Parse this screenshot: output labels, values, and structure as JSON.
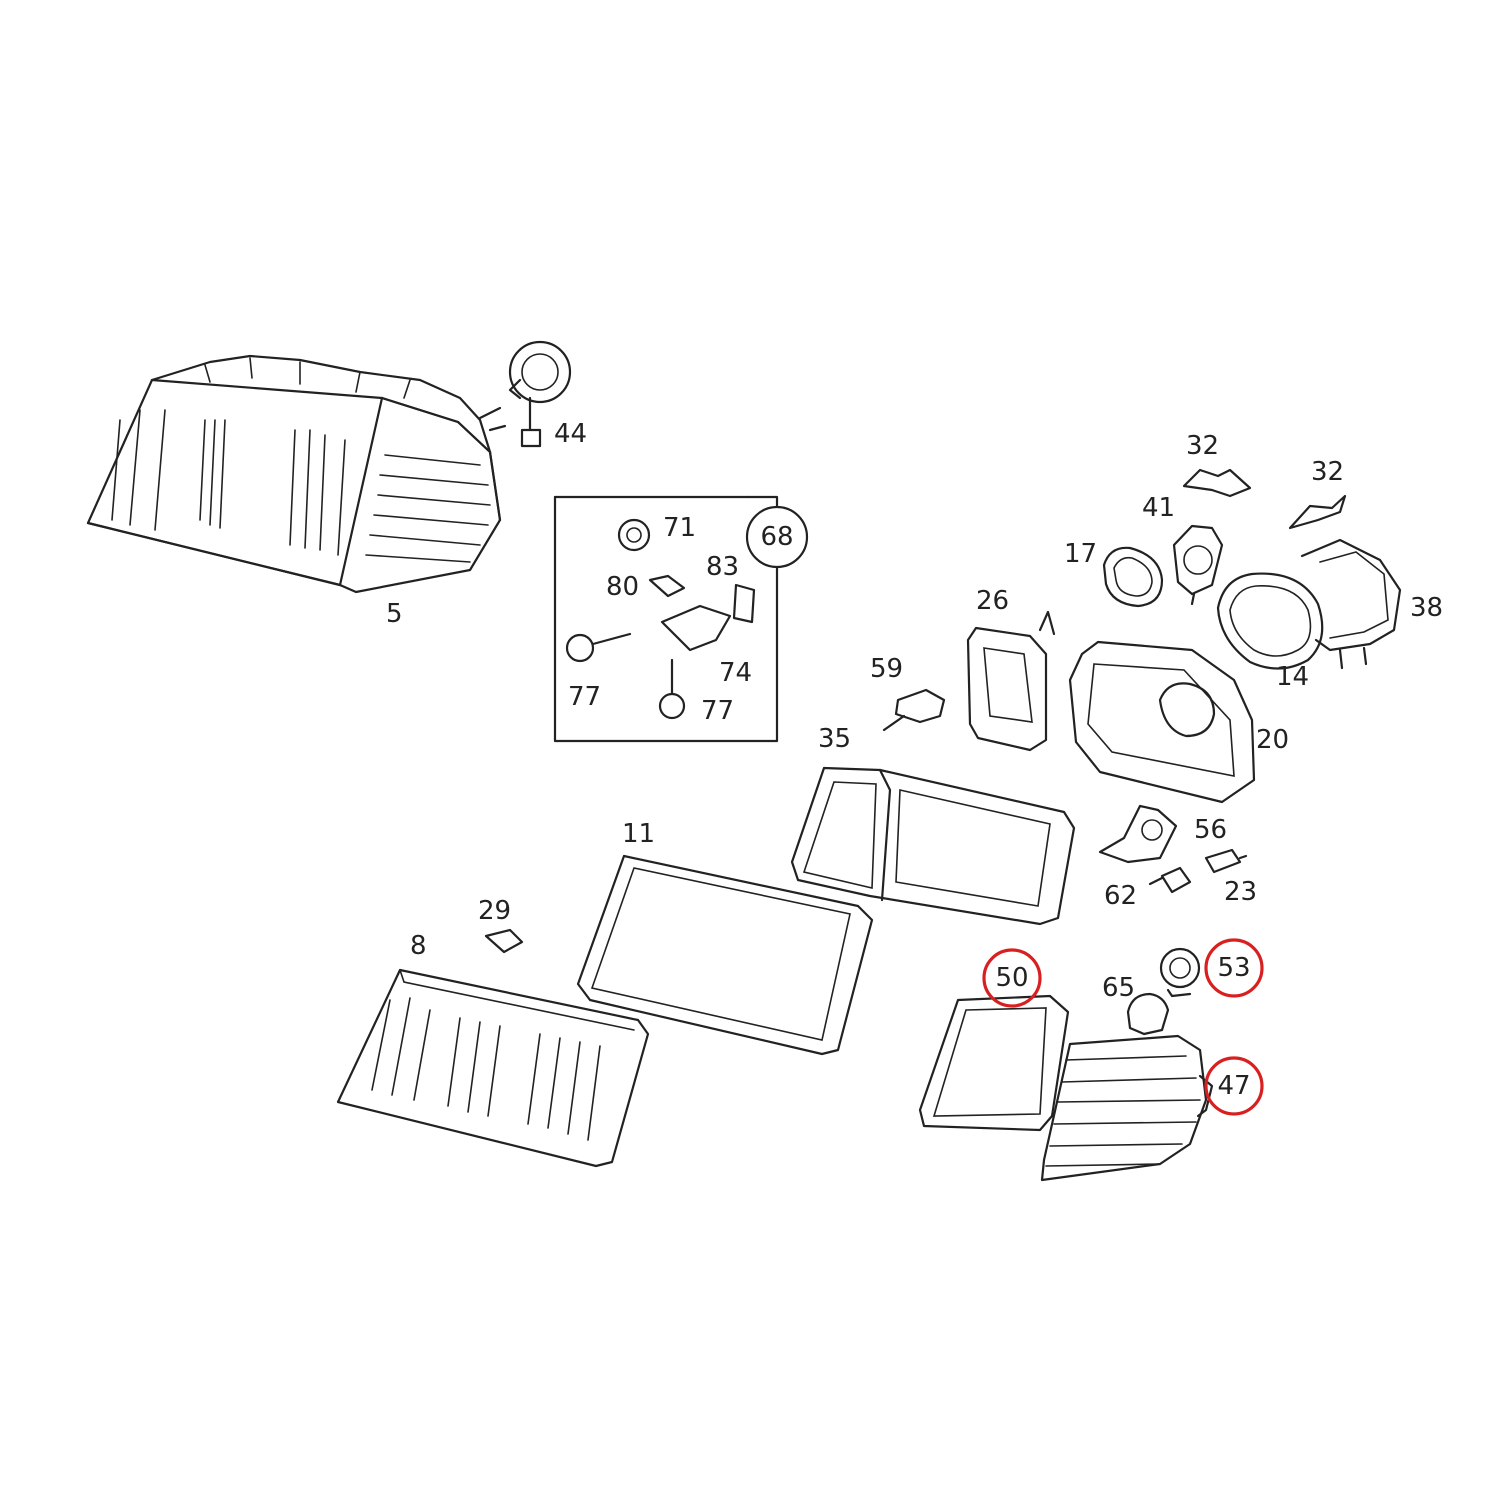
{
  "diagram": {
    "labels": {
      "p5": "5",
      "p44": "44",
      "p71": "71",
      "p68": "68",
      "p80": "80",
      "p83": "83",
      "p74": "74",
      "p77a": "77",
      "p77b": "77",
      "p32a": "32",
      "p32b": "32",
      "p41": "41",
      "p17": "17",
      "p38": "38",
      "p26": "26",
      "p14": "14",
      "p59": "59",
      "p20": "20",
      "p35": "35",
      "p11": "11",
      "p56": "56",
      "p62": "62",
      "p23": "23",
      "p29": "29",
      "p8": "8",
      "p50": "50",
      "p53": "53",
      "p65": "65",
      "p47": "47"
    },
    "highlighted_parts": [
      "50",
      "53",
      "47"
    ],
    "highlight_color": "#d82020",
    "line_color": "#222222"
  }
}
